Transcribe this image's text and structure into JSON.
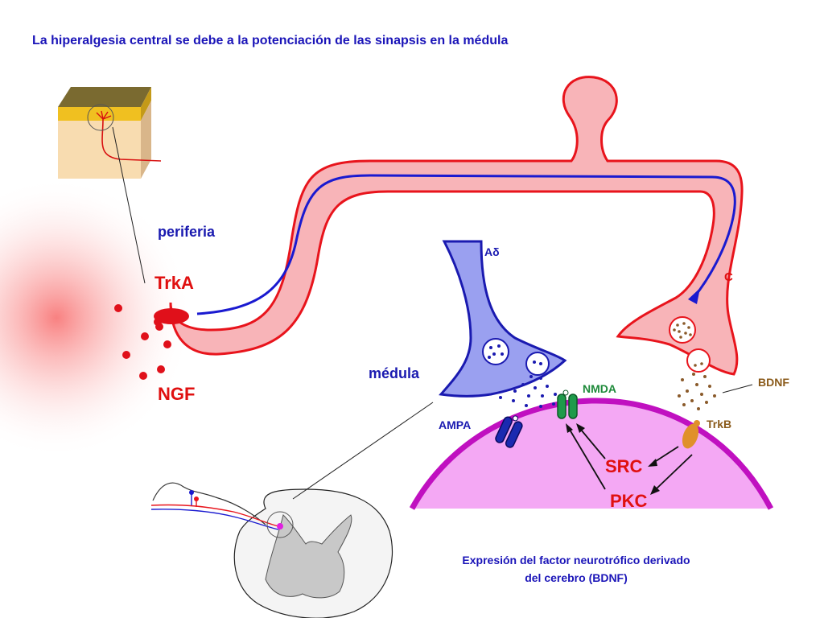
{
  "title": "La hiperalgesia central se debe a la potenciación de las sinapsis en la médula",
  "labels": {
    "periferia": "periferia",
    "trka": "TrkA",
    "ngf": "NGF",
    "medula": "médula",
    "a_delta": "Aδ",
    "c_fiber": "C",
    "nmda": "NMDA",
    "ampa": "AMPA",
    "bdnf": "BDNF",
    "trkb": "TrkB",
    "src": "SRC",
    "pkc": "PKC"
  },
  "caption": {
    "line1": "Expresión del factor neurotrófico derivado",
    "line2": "del cerebro (BDNF)"
  },
  "colors": {
    "title": "#1a14b8",
    "red_label": "#e01010",
    "blue_label": "#1a1ab0",
    "green_label": "#1e8a3a",
    "brown_label": "#8a5a1a",
    "fiber_fill": "#f8b4b8",
    "fiber_outline": "#e8141c",
    "fiber_axon": "#1a1ad0",
    "a_delta_fill": "#9aa0f0",
    "neuron_fill": "#f4a8f4",
    "neuron_outline": "#c010c0",
    "receptor_blue": "#1020a0",
    "receptor_green": "#1e9a4a",
    "trkb_orange": "#e0902a",
    "bdnf_dots": "#8a5a2a"
  }
}
